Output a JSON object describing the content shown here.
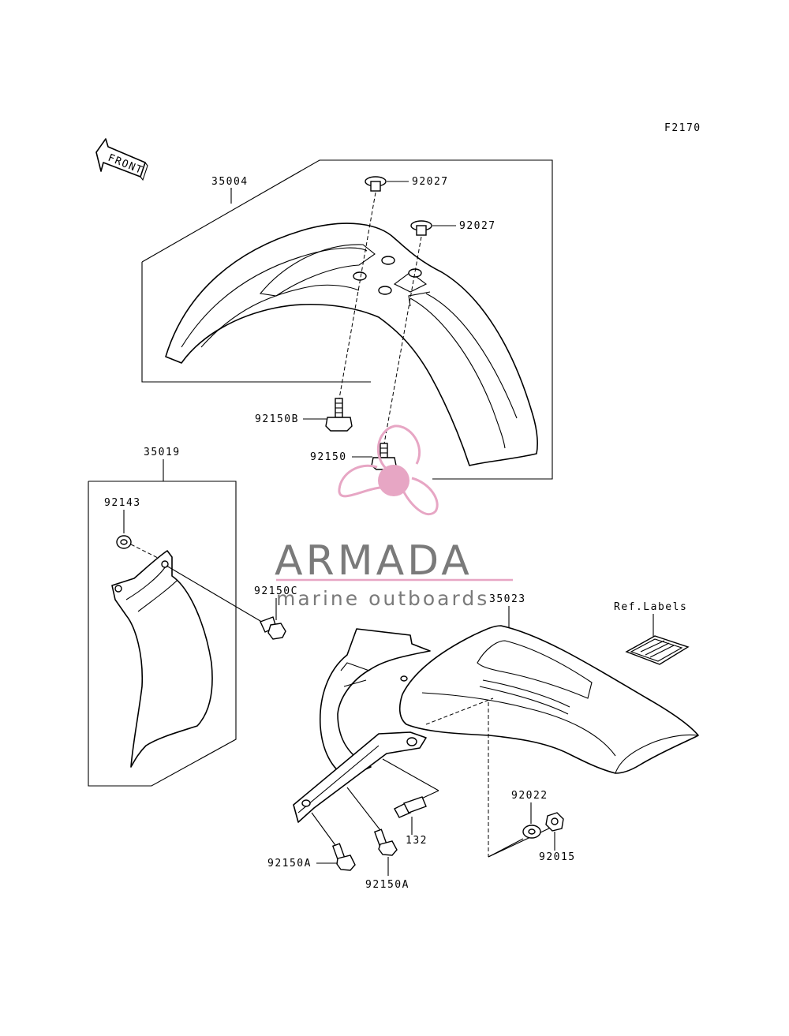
{
  "figure_code": "F2170",
  "direction_arrow": "FRONT",
  "ref_labels": "Ref.Labels",
  "parts": {
    "p35004": "35004",
    "p92027a": "92027",
    "p92027b": "92027",
    "p92150B": "92150B",
    "p92150": "92150",
    "p35019": "35019",
    "p92143": "92143",
    "p92150C": "92150C",
    "p35023": "35023",
    "p92022": "92022",
    "p92015": "92015",
    "p132": "132",
    "p92150A_left": "92150A",
    "p92150A_bottom": "92150A"
  },
  "watermark": {
    "brand": "ARMADA",
    "tagline": "marine outboards",
    "logo_icon": "propeller-icon",
    "color_pink": "#e7a6c4",
    "color_gray": "#7a7a7a"
  }
}
